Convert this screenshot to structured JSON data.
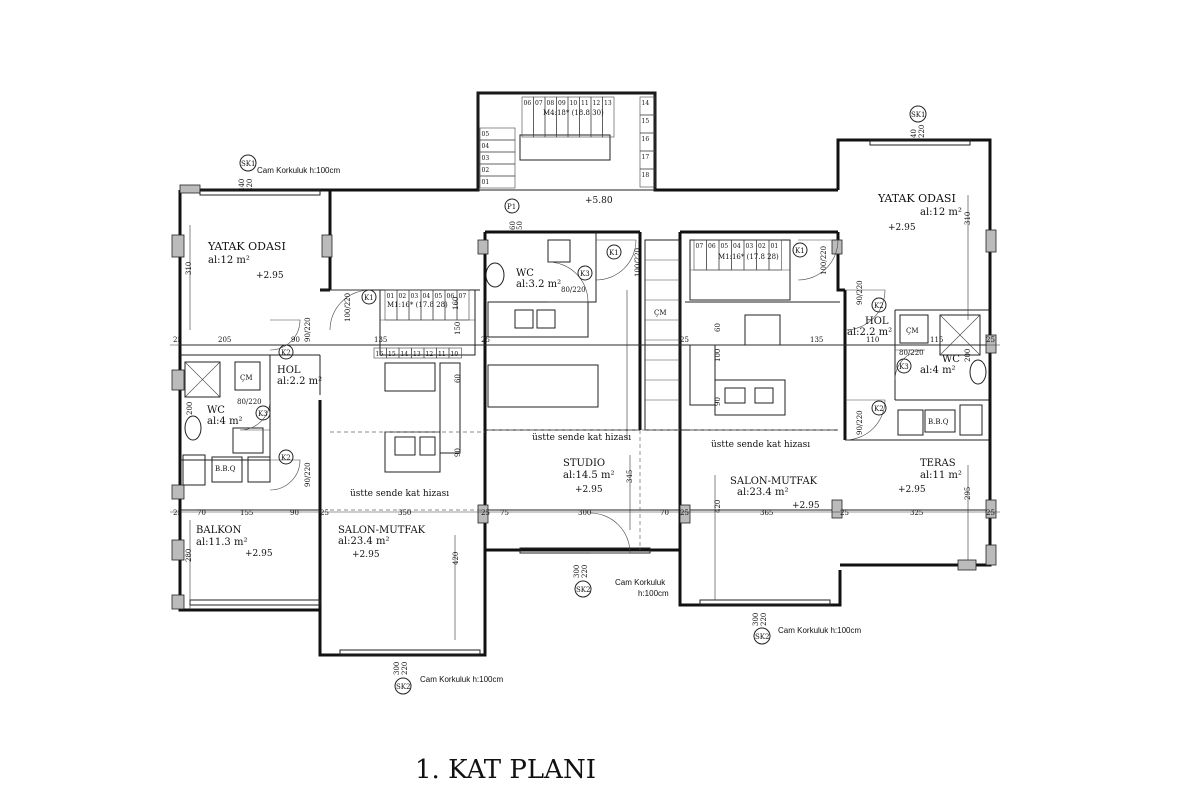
{
  "title": "1. KAT PLANI",
  "colors": {
    "line": "#111111",
    "background": "#ffffff",
    "hatch": "#bbbbbb"
  },
  "rooms": [
    {
      "name": "YATAK ODASI",
      "area": "al:12 m²",
      "level": "+2.95"
    },
    {
      "name": "HOL",
      "area": "al:2.2 m²"
    },
    {
      "name": "WC",
      "area": "al:4 m²"
    },
    {
      "name": "BALKON",
      "area": "al:11.3 m²",
      "level": "+2.95"
    },
    {
      "name": "SALON-MUTFAK",
      "area": "al:23.4 m²",
      "level": "+2.95"
    },
    {
      "name": "WC",
      "area": "al:3.2 m²"
    },
    {
      "name": "STUDIO",
      "area": "al:14.5 m²",
      "level": "+2.95"
    },
    {
      "name": "SALON-MUTFAK",
      "area": "al:23.4 m²",
      "level": "+2.95"
    },
    {
      "name": "YATAK ODASI",
      "area": "al:12 m²",
      "level": "+2.95"
    },
    {
      "name": "HOL",
      "area": "al:2.2 m²"
    },
    {
      "name": "WC",
      "area": "al:4 m²"
    },
    {
      "name": "TERAS",
      "area": "al:11 m²",
      "level": "+2.95"
    }
  ],
  "stair_level": "+5.80",
  "stair_top_label": "M4:18* (18.8 30)",
  "stair_left_label": "M1:16* (17.8 28)",
  "stair_right_label": "M1:16* (17.8 28)",
  "notes": {
    "upper_floor": "üstte sende kat hizası",
    "glass_railing": "Cam Korkuluk h:100cm",
    "glass_railing_line1": "Cam Korkuluk",
    "glass_railing_line2": "h:100cm"
  },
  "fixtures": {
    "washer": "ÇM",
    "bbq": "B.B.Q"
  },
  "tags": {
    "sk1": "SK1",
    "sk2": "SK2",
    "k1": "K1",
    "k2": "K2",
    "k3": "K3",
    "p1": "P1"
  },
  "dims": {
    "d25": "25",
    "d205": "205",
    "d90": "90",
    "d135": "135",
    "d155": "155",
    "d70": "70",
    "d350": "350",
    "d75": "75",
    "d300": "300",
    "d365": "365",
    "d325": "325",
    "d115": "115",
    "d110": "110",
    "d310": "310",
    "d280": "280",
    "d420": "420",
    "d345": "345",
    "d295": "295",
    "d200": "200",
    "d60": "60",
    "d50": "50",
    "d240": "240",
    "d220": "220",
    "d40": "40",
    "d100": "100",
    "d150": "150",
    "d160": "160",
    "door_100_220": "100/220",
    "door_90_220": "90/220",
    "door_80_220": "80/220"
  },
  "steps": {
    "top": [
      "06",
      "07",
      "08",
      "09",
      "10",
      "11",
      "12",
      "13"
    ],
    "top_side_left": [
      "05",
      "04",
      "03",
      "02",
      "01"
    ],
    "top_side_right": [
      "14",
      "15",
      "16",
      "17",
      "18"
    ],
    "left_up": [
      "01",
      "02",
      "03",
      "04",
      "05",
      "06",
      "07"
    ],
    "left_down": [
      "16",
      "15",
      "14",
      "13",
      "12",
      "11",
      "10"
    ],
    "right_up": [
      "07",
      "06",
      "05",
      "04",
      "03",
      "02",
      "01"
    ]
  }
}
